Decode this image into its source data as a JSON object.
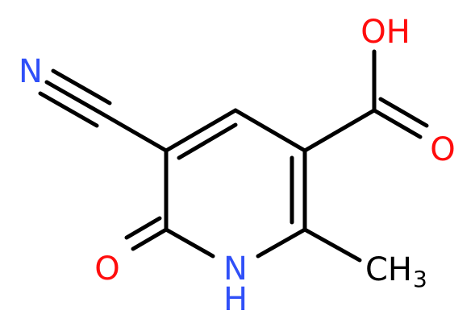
{
  "molecule": {
    "atoms": {
      "nitrile_n": "N",
      "hydroxyl": "OH",
      "carbonyl_o_acid": "O",
      "carbonyl_o_ring": "O",
      "ring_nh_n": "N",
      "ring_nh_h": "H",
      "methyl_c": "CH",
      "methyl_sub": "3"
    },
    "colors": {
      "nitrogen": "#3050F8",
      "oxygen": "#FF0D0D",
      "carbon": "#000000",
      "bond": "#000000"
    }
  }
}
